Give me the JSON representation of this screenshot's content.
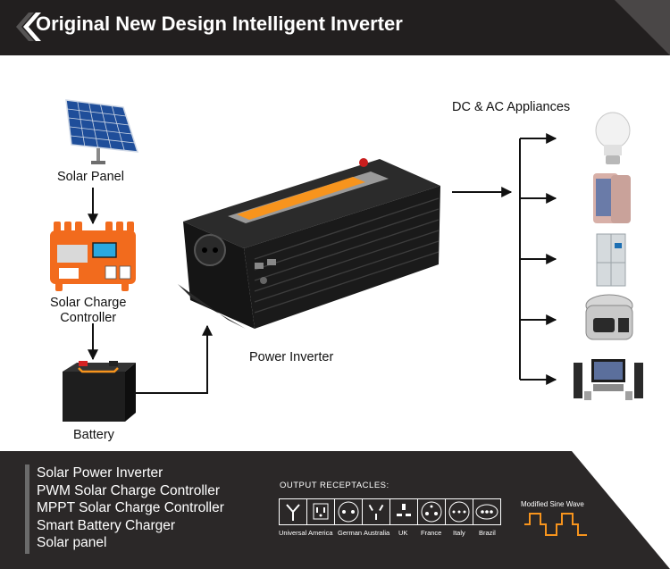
{
  "header": {
    "title": "Original New Design Intelligent Inverter"
  },
  "diagram": {
    "solar_panel_label": "Solar Panel",
    "charge_controller_label_line1": "Solar Charge",
    "charge_controller_label_line2": "Controller",
    "battery_label": "Battery",
    "inverter_label": "Power Inverter",
    "appliances_label": "DC & AC Appliances",
    "appliances": [
      "light-bulb",
      "smartphone",
      "refrigerator",
      "rice-cooker",
      "home-theater"
    ]
  },
  "features": [
    "Solar Power Inverter",
    "PWM Solar Charge Controller",
    "MPPT Solar Charge Controller",
    "Smart Battery Charger",
    "Solar panel"
  ],
  "receptacles": {
    "title": "OUTPUT RECEPTACLES:",
    "items": [
      "Universal",
      "America",
      "German",
      "Australia",
      "UK",
      "France",
      "Italy",
      "Brazil"
    ]
  },
  "waveform": {
    "label": "Modified Sine Wave",
    "color": "#f7941d"
  },
  "colors": {
    "banner": "#221f1f",
    "accent_orange": "#f7941d",
    "arrow": "#111111"
  }
}
